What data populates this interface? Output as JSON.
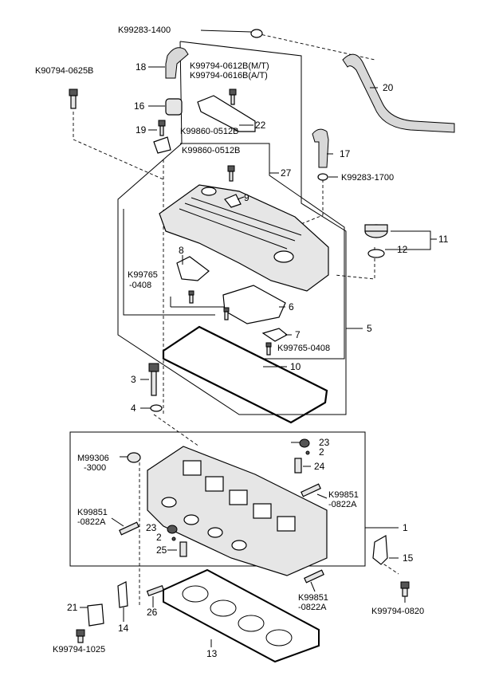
{
  "parts": {
    "p1": "1",
    "p2a": "2",
    "p2b": "2",
    "p3": "3",
    "p4": "4",
    "p5": "5",
    "p6": "6",
    "p7": "7",
    "p8": "8",
    "p9": "9",
    "p10": "10",
    "p11": "11",
    "p12": "12",
    "p13": "13",
    "p14": "14",
    "p15": "15",
    "p16": "16",
    "p17": "17",
    "p18": "18",
    "p19": "19",
    "p20": "20",
    "p21": "21",
    "p22": "22",
    "p23a": "23",
    "p23b": "23",
    "p24": "24",
    "p25": "25",
    "p26": "26",
    "p27": "27"
  },
  "codes": {
    "k99283_1400": "K99283-1400",
    "k90794_0625b": "K90794-0625B",
    "k99794_0612b": "K99794-0612B(M/T)",
    "k99794_0616b": "K99794-0616B(A/T)",
    "k99860_0512b_top": "K99860-0512B",
    "k99860_0512b_mid": "K99860-0512B",
    "k99283_1700": "K99283-1700",
    "k99765_a": "K99765",
    "k99765_b": "-0408",
    "k99765_0408": "K99765-0408",
    "m99306_a": "M99306",
    "m99306_b": "-3000",
    "k99851_r_a": "K99851",
    "k99851_r_b": "-0822A",
    "k99851_l_a": "K99851",
    "k99851_l_b": "-0822A",
    "k99851_bot_a": "K99851",
    "k99851_bot_b": "-0822A",
    "k99794_0820": "K99794-0820",
    "k99794_1025": "K99794-1025"
  }
}
